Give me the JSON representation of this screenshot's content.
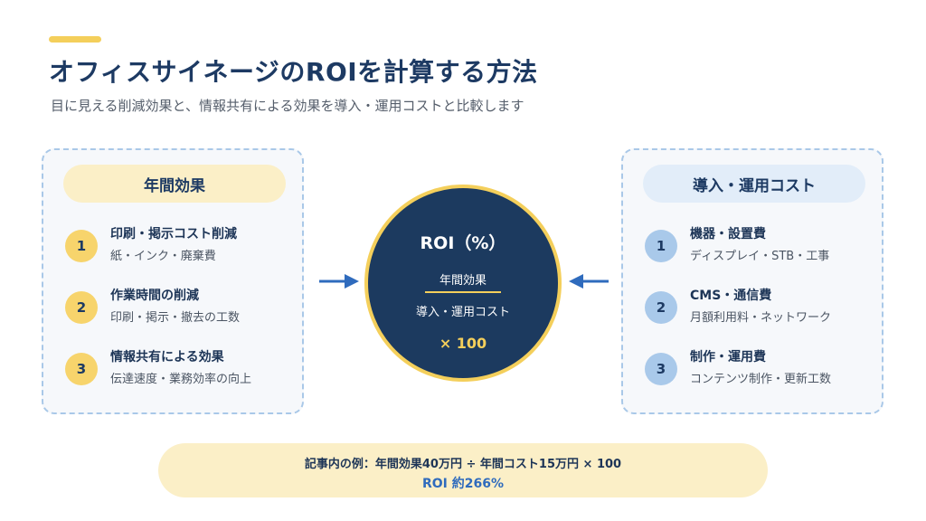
{
  "header": {
    "title": "オフィスサイネージのROIを計算する方法",
    "subtitle": "目に見える削減効果と、情報共有による効果を導入・運用コストと比較します"
  },
  "left_panel": {
    "heading": "年間効果",
    "items": [
      {
        "num": "1",
        "title": "印刷・掲示コスト削減",
        "desc": "紙・インク・廃棄費"
      },
      {
        "num": "2",
        "title": "作業時間の削減",
        "desc": "印刷・掲示・撤去の工数"
      },
      {
        "num": "3",
        "title": "情報共有による効果",
        "desc": "伝達速度・業務効率の向上"
      }
    ]
  },
  "right_panel": {
    "heading": "導入・運用コスト",
    "items": [
      {
        "num": "1",
        "title": "機器・設置費",
        "desc": "ディスプレイ・STB・工事"
      },
      {
        "num": "2",
        "title": "CMS・通信費",
        "desc": "月額利用料・ネットワーク"
      },
      {
        "num": "3",
        "title": "制作・運用費",
        "desc": "コンテンツ制作・更新工数"
      }
    ]
  },
  "formula": {
    "title": "ROI（%）",
    "numerator": "年間効果",
    "denominator": "導入・運用コスト",
    "multiplier": "× 100"
  },
  "footer": {
    "example": "記事内の例：年間効果40万円 ÷ 年間コスト15万円 × 100",
    "result": "ROI 約266%"
  },
  "colors": {
    "navy": "#1c3a5f",
    "accent_yellow": "#f4cf5b",
    "light_yellow": "#fbefc7",
    "light_blue": "#e2edf9",
    "arrow_blue": "#2f6bbd"
  },
  "icons": {
    "left_arrow": "arrow-right-icon",
    "right_arrow": "arrow-left-icon"
  }
}
